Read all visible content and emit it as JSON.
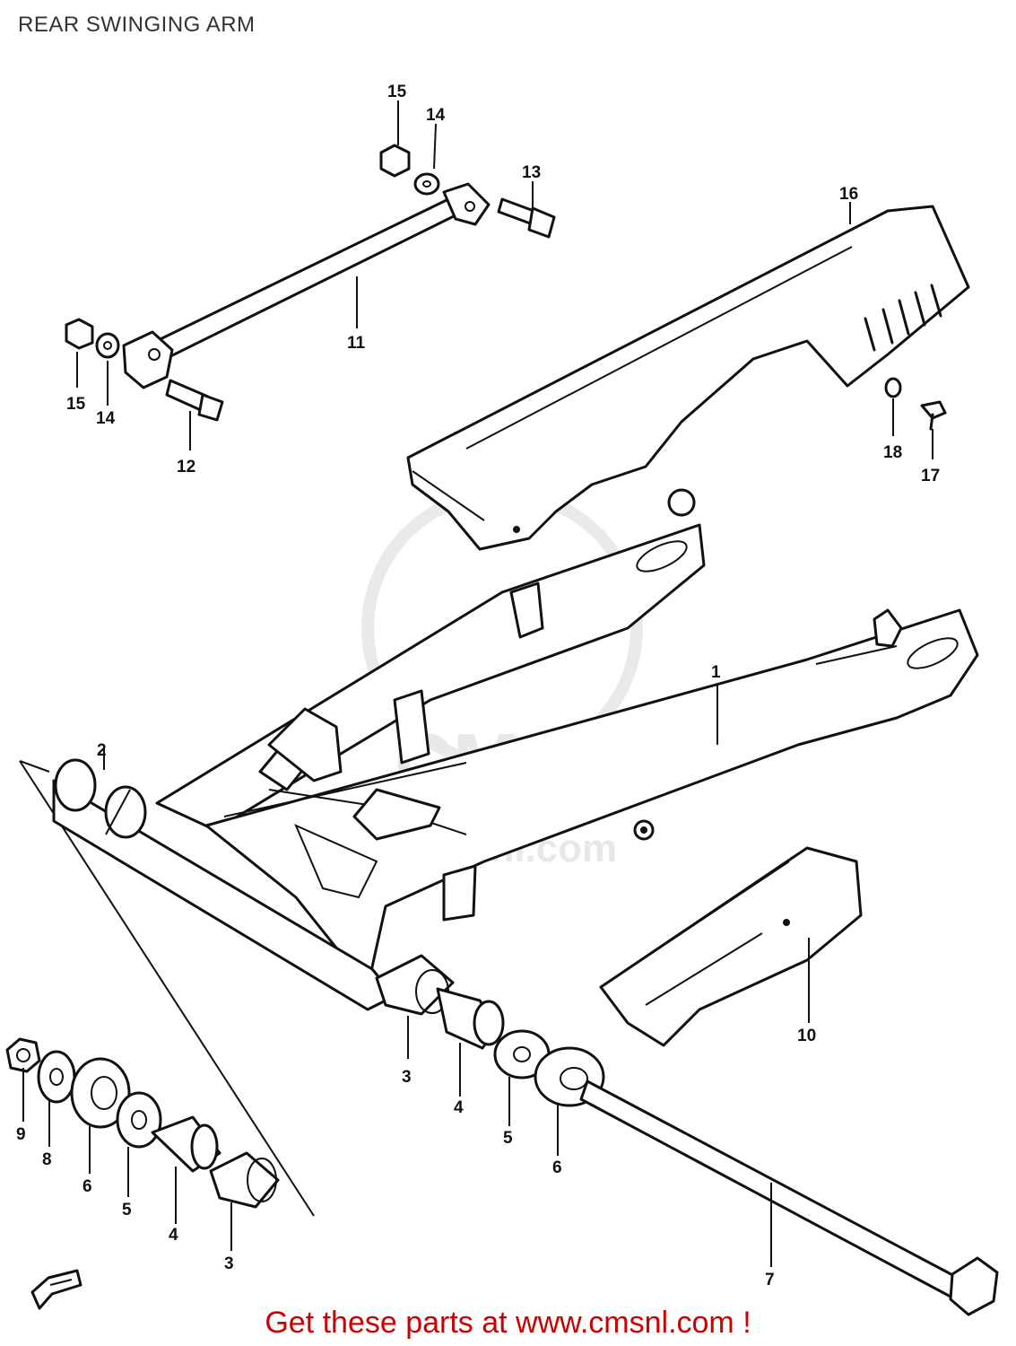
{
  "page": {
    "title": "REAR SWINGING ARM",
    "footer_link": "Get these parts at www.cmsnl.com !"
  },
  "watermark": {
    "text": "CMS",
    "url_text": "www.cmsnl.com"
  },
  "parts": [
    {
      "number": "1",
      "name": ""
    },
    {
      "number": "2",
      "name": ""
    },
    {
      "number": "3",
      "name": ""
    },
    {
      "number": "4",
      "name": ""
    },
    {
      "number": "5",
      "name": ""
    },
    {
      "number": "6",
      "name": ""
    },
    {
      "number": "7",
      "name": ""
    },
    {
      "number": "8",
      "name": ""
    },
    {
      "number": "9",
      "name": ""
    },
    {
      "number": "10",
      "name": ""
    },
    {
      "number": "11",
      "name": ""
    },
    {
      "number": "12",
      "name": ""
    },
    {
      "number": "13",
      "name": ""
    },
    {
      "number": "14",
      "name": ""
    },
    {
      "number": "15",
      "name": ""
    },
    {
      "number": "16",
      "name": ""
    },
    {
      "number": "17",
      "name": ""
    },
    {
      "number": "18",
      "name": ""
    }
  ],
  "labels": {
    "l1": "1",
    "l2": "2",
    "l3a": "3",
    "l3b": "3",
    "l4a": "4",
    "l4b": "4",
    "l5a": "5",
    "l5b": "5",
    "l6a": "6",
    "l6b": "6",
    "l7": "7",
    "l8": "8",
    "l9": "9",
    "l10": "10",
    "l11": "11",
    "l12": "12",
    "l13": "13",
    "l14a": "14",
    "l14b": "14",
    "l15a": "15",
    "l15b": "15",
    "l16": "16",
    "l17": "17",
    "l18": "18"
  },
  "icons": {
    "front_arrow": "front-direction-arrow-icon"
  }
}
